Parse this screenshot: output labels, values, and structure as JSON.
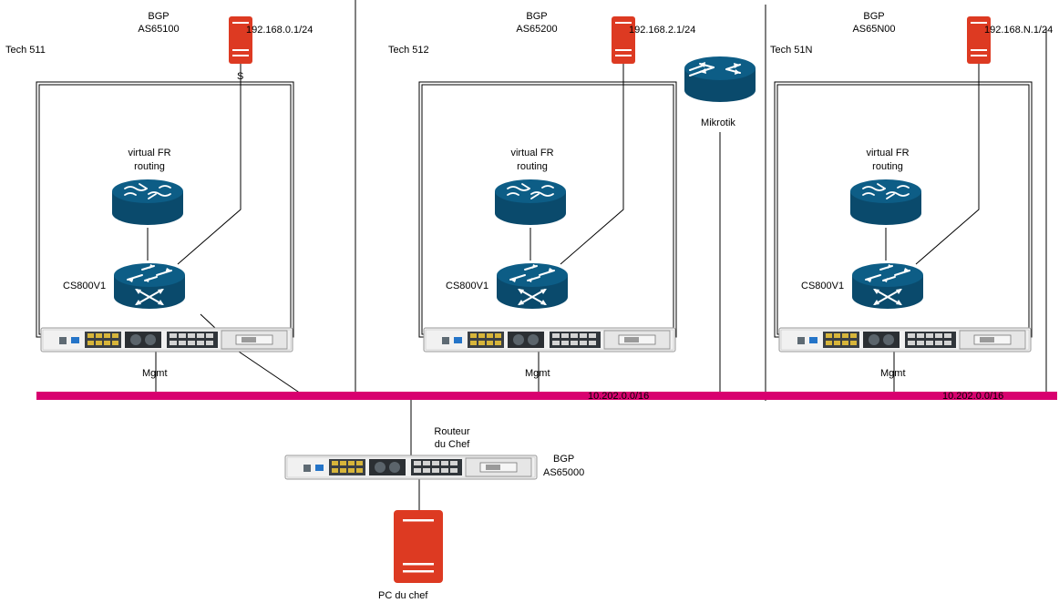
{
  "colors": {
    "lan": "#d8006f",
    "server": "#dd3a22",
    "router": "#0d5d86",
    "router_dark": "#0a4a6c",
    "line": "#000000"
  },
  "sites": [
    {
      "tech_label": "Tech 511",
      "bgp_label": "BGP",
      "asn_label": "AS65100",
      "subnet_label": "192.168.0.1/24",
      "vfr_label_1": "virtual FR",
      "vfr_label_2": "routing",
      "router_label": "CS800V1",
      "mgmt_label": "Mgmt",
      "server_icon": "server-icon",
      "router_icon": "router-icon",
      "device_icon": "catalyst-8000-chassis-icon"
    },
    {
      "tech_label": "Tech 512",
      "bgp_label": "BGP",
      "asn_label": "AS65200",
      "subnet_label": "192.168.2.1/24",
      "vfr_label_1": "virtual FR",
      "vfr_label_2": "routing",
      "router_label": "CS800V1",
      "mgmt_label": "Mgmt",
      "server_icon": "server-icon",
      "router_icon": "router-icon",
      "device_icon": "catalyst-8000-chassis-icon"
    },
    {
      "tech_label": "Tech 51N",
      "bgp_label": "BGP",
      "asn_label": "AS65N00",
      "subnet_label": "192.168.N.1/24",
      "vfr_label_1": "virtual FR",
      "vfr_label_2": "routing",
      "router_label": "CS800V1",
      "mgmt_label": "Mgmt",
      "server_icon": "server-icon",
      "router_icon": "router-icon",
      "device_icon": "catalyst-8000-chassis-icon"
    }
  ],
  "stray_label": "S",
  "mikrotik": {
    "label": "Mikrotik",
    "icon": "router-icon"
  },
  "lan": {
    "label_1": "10.202.0.0/16",
    "label_2": "10.202.0.0/16"
  },
  "chef": {
    "router_label_1": "Routeur",
    "router_label_2": "du Chef",
    "bgp_label": "BGP",
    "asn_label": "AS65000",
    "pc_label": "PC du chef",
    "device_icon": "catalyst-8000-chassis-icon",
    "pc_icon": "server-icon"
  }
}
